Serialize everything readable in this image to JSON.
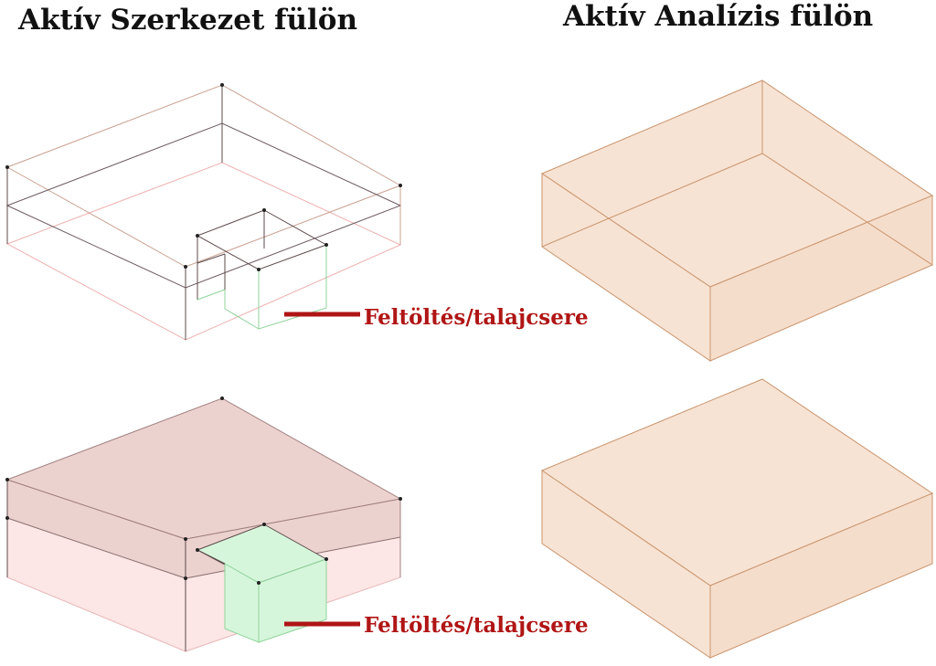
{
  "titles": {
    "structure_tab": "Aktív Szerkezet fülön",
    "analysis_tab": "Aktív Analízis fülön"
  },
  "callouts": {
    "fill_label": "Feltöltés/talajcsere"
  },
  "colors": {
    "callout": "#b01515",
    "layer_edge": "#6b5a5a",
    "lower_layer_edge": "#e8a8a8",
    "fill_edge": "#8fd49a",
    "solid_top_layer": "#ecd2cf",
    "solid_bottom_layer": "#fce6e6",
    "fill_face": "#d6f6dc",
    "analysis_block": "#f7e3d4",
    "analysis_edge": "#c9956e"
  }
}
